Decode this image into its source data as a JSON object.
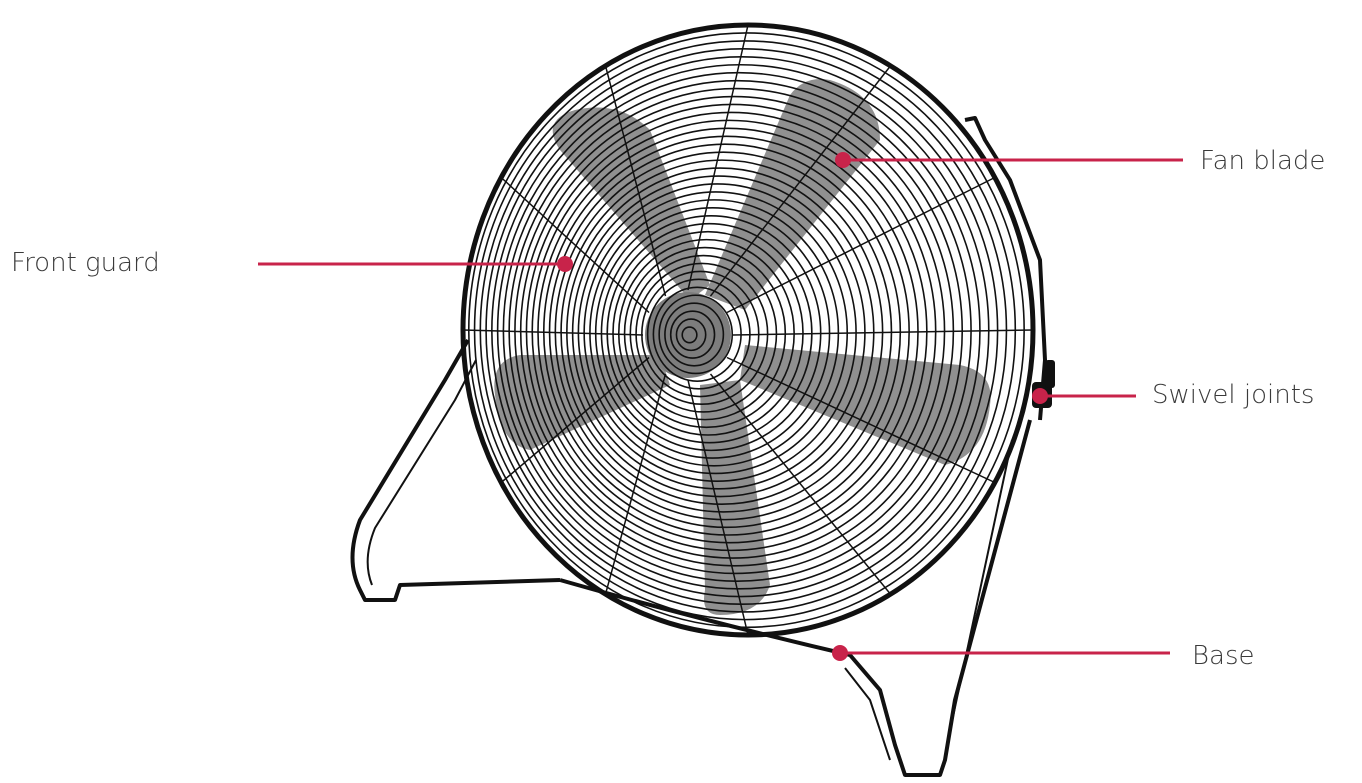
{
  "diagram": {
    "subject": "Floor fan",
    "accent_color": "#c8234a",
    "labels": {
      "front_guard": "Front guard",
      "fan_blade": "Fan blade",
      "swivel_joints": "Swivel joints",
      "base": "Base"
    },
    "icons": [
      "fan-illustration",
      "callout-dot"
    ]
  }
}
